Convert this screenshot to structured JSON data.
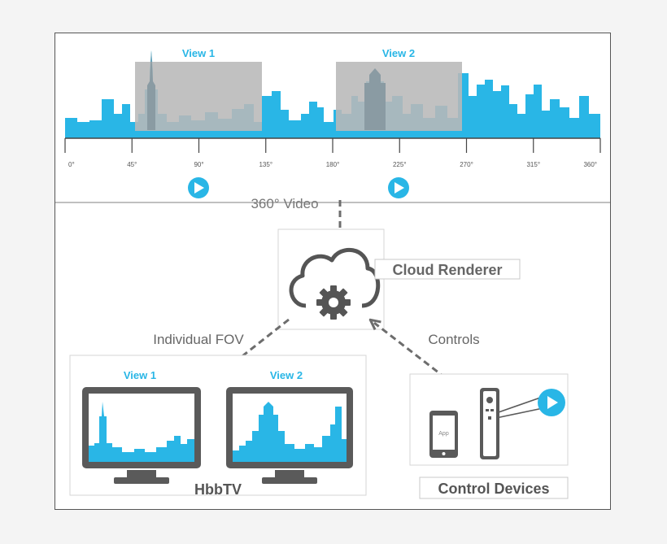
{
  "colors": {
    "accent": "#29b6e6",
    "view_box": "#b8b8b8",
    "dark": "#555555",
    "arrow": "#6d6d6d"
  },
  "panorama": {
    "view1_label": "View 1",
    "view2_label": "View 2",
    "ticks": [
      "0°",
      "45°",
      "90°",
      "135°",
      "180°",
      "225°",
      "270°",
      "315°",
      "360°"
    ]
  },
  "flow": {
    "video_label": "360° Video",
    "renderer_label": "Cloud Renderer",
    "fov_label": "Individual FOV",
    "controls_label": "Controls"
  },
  "tvs": {
    "view1_label": "View 1",
    "view2_label": "View 2",
    "caption": "HbbTV"
  },
  "devices": {
    "phone_text": "App",
    "caption": "Control Devices"
  },
  "icons": {
    "play": "play-icon",
    "cloud": "cloud-icon",
    "gear": "gear-icon",
    "phone": "smartphone-icon",
    "remote": "remote-control-icon",
    "monitor": "monitor-icon"
  }
}
